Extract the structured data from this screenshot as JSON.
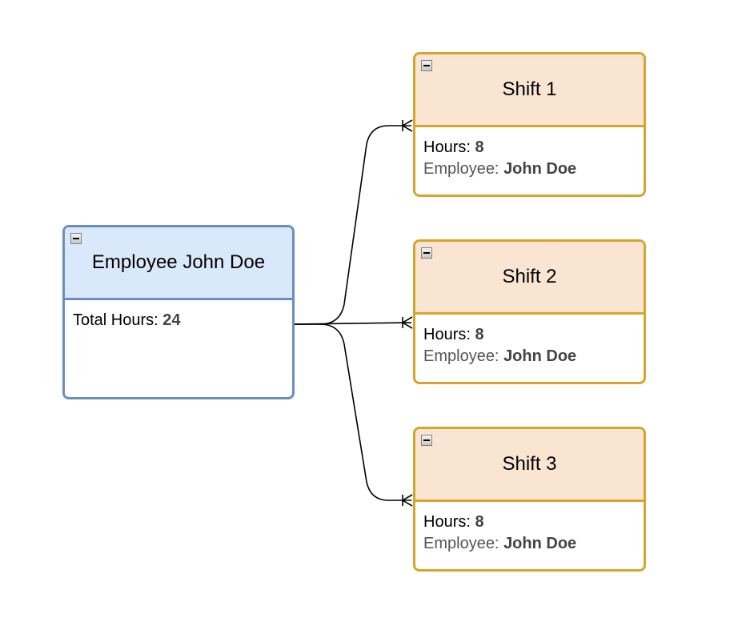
{
  "employee": {
    "title": "Employee John Doe",
    "total_hours_label": "Total Hours:",
    "total_hours_value": "24"
  },
  "shifts": [
    {
      "title": "Shift 1",
      "hours_label": "Hours:",
      "hours_value": "8",
      "employee_label": "Employee:",
      "employee_value": "John Doe"
    },
    {
      "title": "Shift 2",
      "hours_label": "Hours:",
      "hours_value": "8",
      "employee_label": "Employee:",
      "employee_value": "John Doe"
    },
    {
      "title": "Shift 3",
      "hours_label": "Hours:",
      "hours_value": "8",
      "employee_label": "Employee:",
      "employee_value": "John Doe"
    }
  ],
  "colors": {
    "employee_fill": "#dae8fc",
    "employee_stroke": "#6c8ebf",
    "shift_fill": "#fae5d2",
    "shift_stroke": "#d6a42f",
    "edge": "#000000"
  },
  "edges": [
    {
      "from": "employee",
      "to": "shift-1",
      "relation": "one-to-many"
    },
    {
      "from": "employee",
      "to": "shift-2",
      "relation": "one-to-many"
    },
    {
      "from": "employee",
      "to": "shift-3",
      "relation": "one-to-many"
    }
  ]
}
